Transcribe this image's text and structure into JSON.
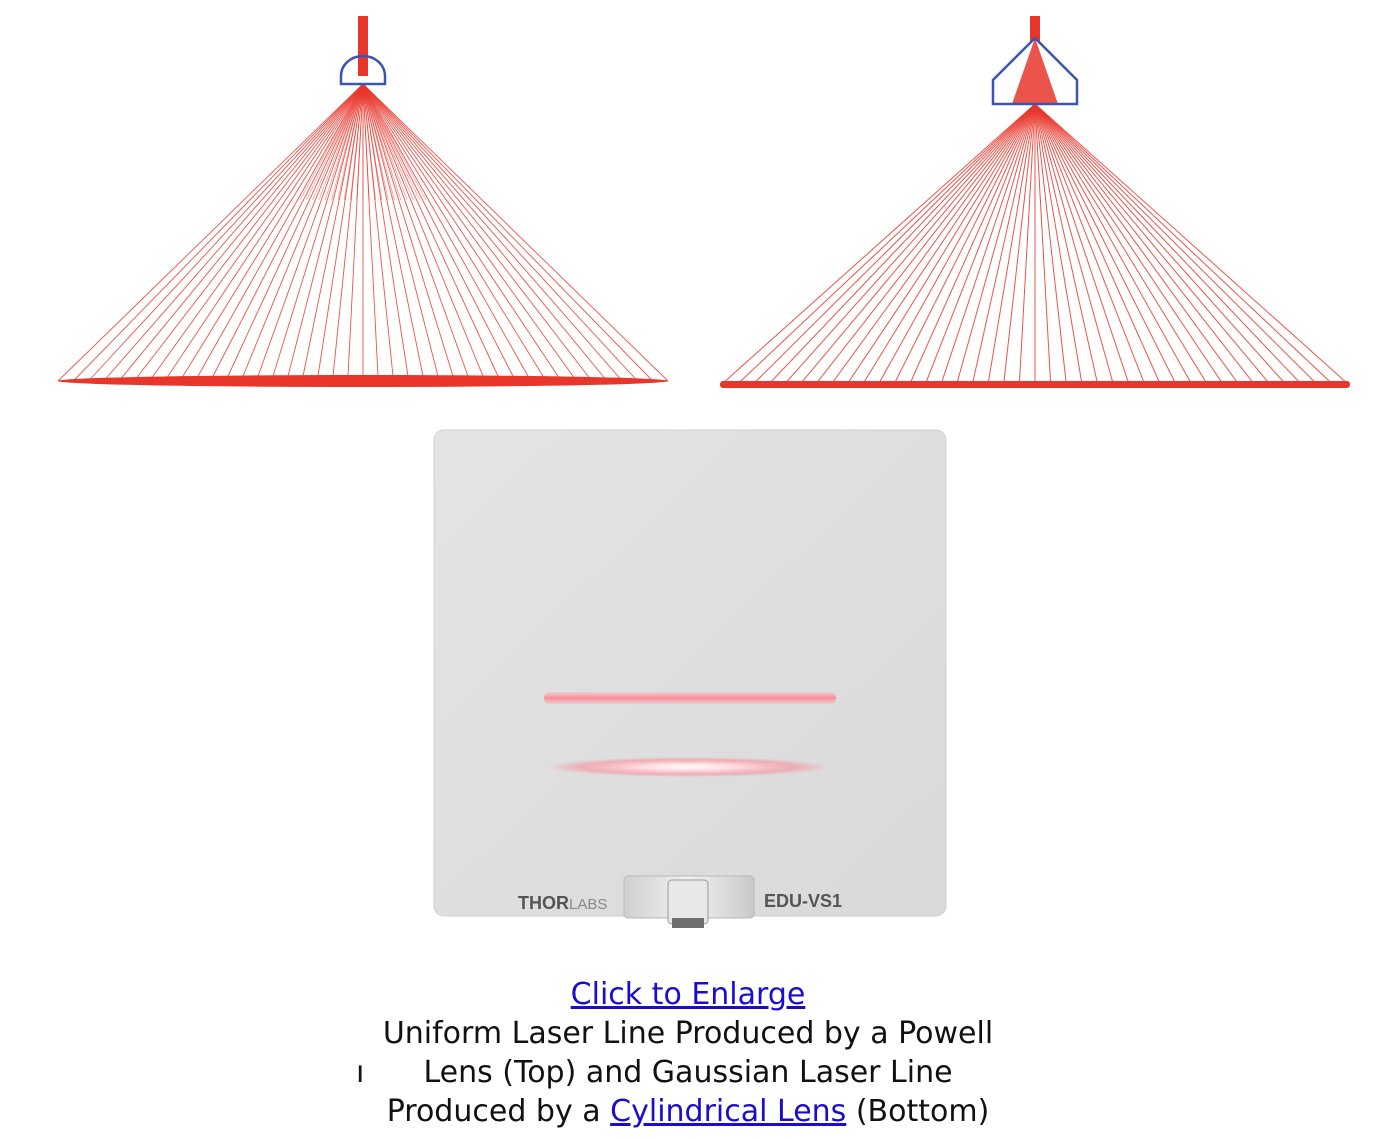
{
  "links": {
    "enlarge": "Click to Enlarge",
    "cylindrical_lens": "Cylindrical Lens"
  },
  "caption": {
    "line1": "Uniform Laser Line Produced by a Powell",
    "line2": "Lens (Top) and Gaussian Laser Line",
    "line3_prefix": "Produced by a ",
    "line3_suffix": " (Bottom)"
  },
  "stray_glyph": "ı",
  "photo": {
    "brand_bold": "THOR",
    "brand_light": "LABS",
    "model": "EDU-VS1"
  },
  "colors": {
    "laser": "#e8362b",
    "lens_outline": "#3b55b0",
    "link": "#1a0dcc"
  }
}
